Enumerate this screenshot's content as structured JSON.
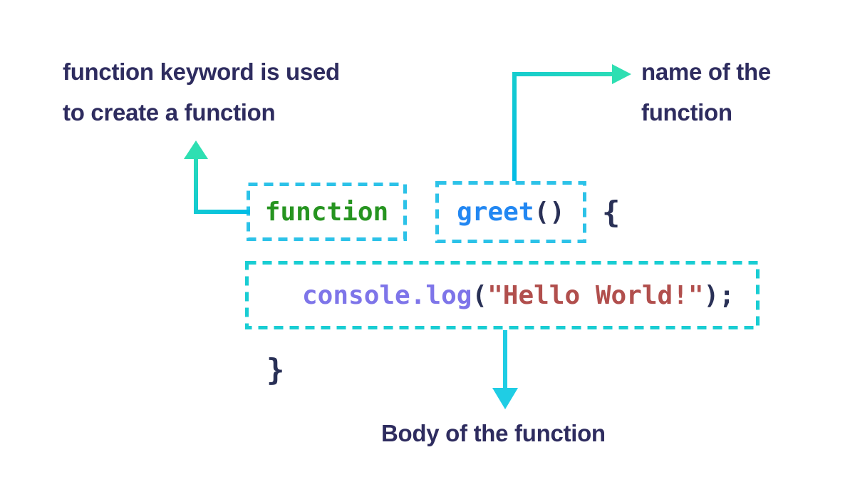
{
  "annotations": {
    "keyword_note": {
      "line1": "function keyword is used",
      "line2": "to create a function"
    },
    "name_note": {
      "line1": "name of the",
      "line2": "function"
    },
    "body_note": {
      "text": "Body of the function"
    }
  },
  "code": {
    "keyword": "function",
    "function_name": "greet",
    "parentheses": "()",
    "open_brace": "{",
    "statement": {
      "method": "console.log",
      "open_paren": "(",
      "string_literal": "\"Hello World!\"",
      "close_paren_semicolon": ");"
    },
    "close_brace": "}"
  },
  "colors": {
    "background": "#ffffff",
    "annotation_navy": "#2e2c5f",
    "code_navy": "#293056",
    "keyword_green": "#269420",
    "function_name_blue": "#2287f2",
    "method_purple": "#7e75e9",
    "string_red": "#b14f4d",
    "dashed_box_cyan": "#2cc2e8",
    "dashed_box_teal": "#19cdd3",
    "arrow_cyan": "#00bce6",
    "arrow_teal": "#2edfb2",
    "arrow_down_cyan": "#1fcde4"
  }
}
